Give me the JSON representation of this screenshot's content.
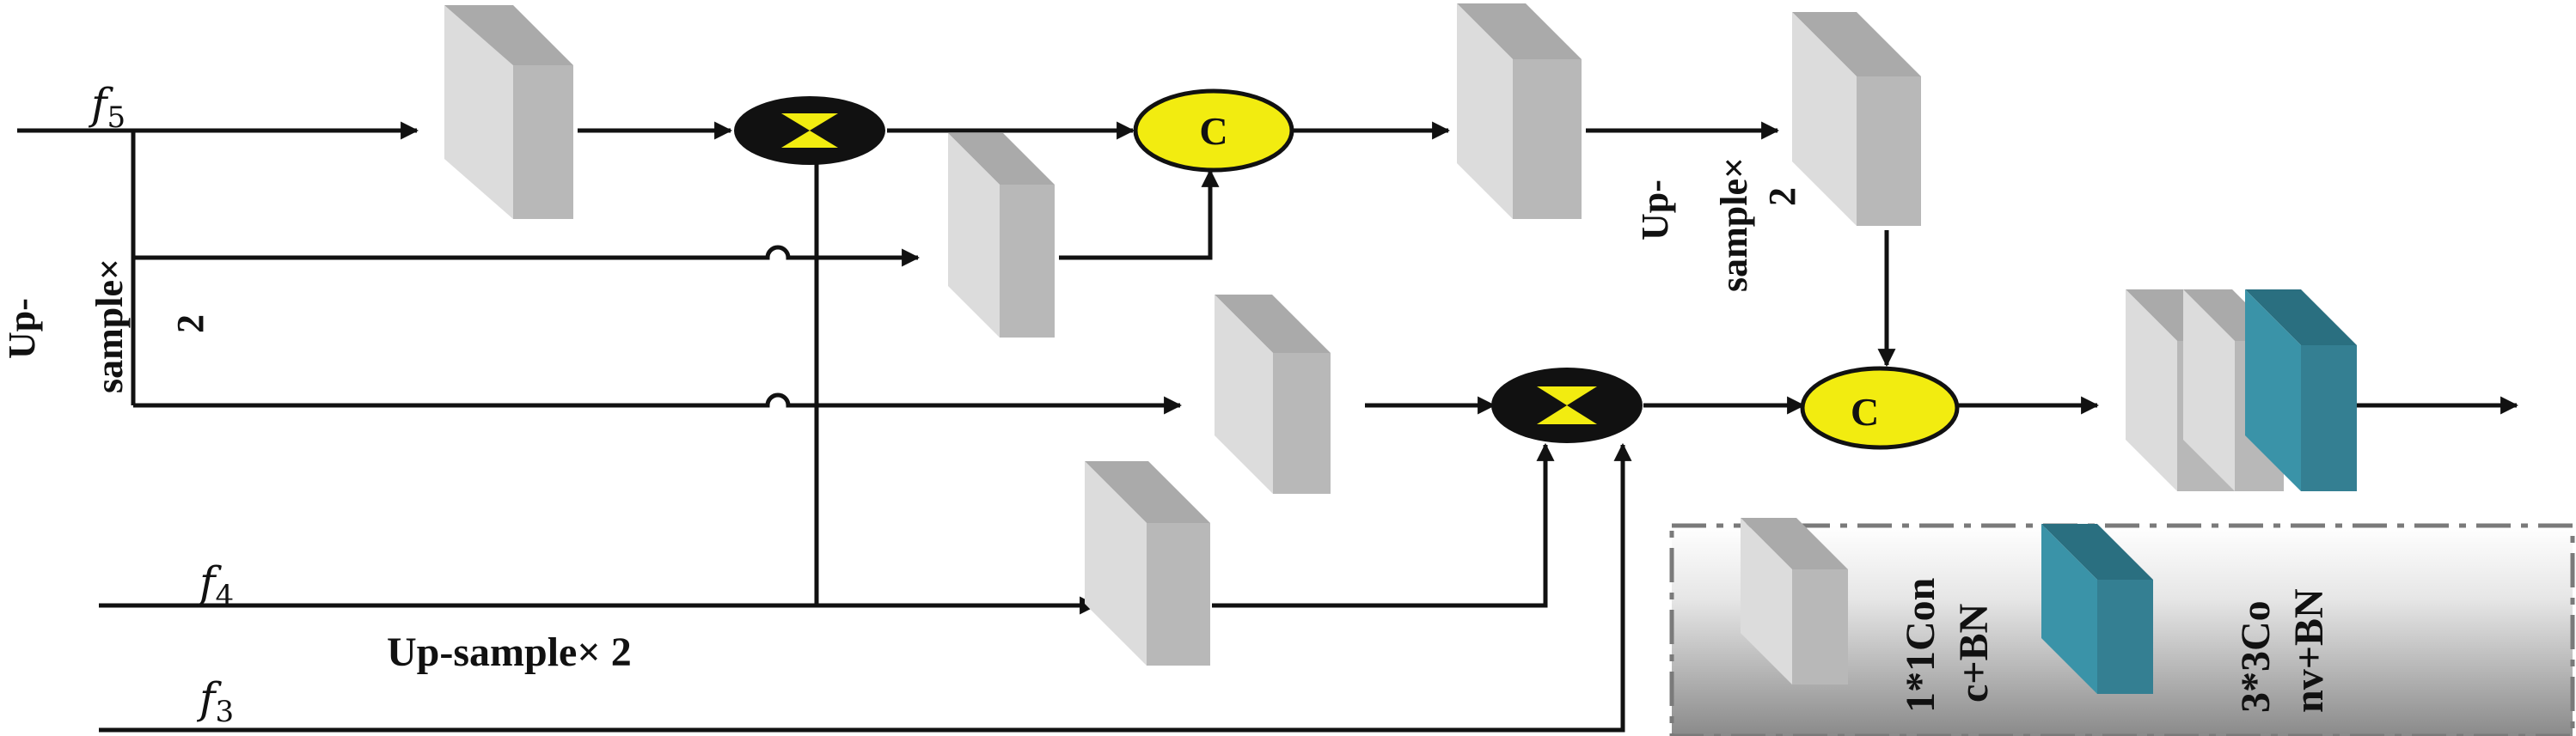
{
  "inputs": {
    "f5": {
      "base": "f",
      "sub": "5"
    },
    "f4": {
      "base": "f",
      "sub": "4"
    },
    "f3": {
      "base": "f",
      "sub": "3"
    }
  },
  "labels": {
    "upsample_left_line1": "Up-",
    "upsample_left_line2": "sample×",
    "upsample_left_line3": "2",
    "upsample_bottom": "Up-sample× 2",
    "upsample_right_line1": "Up-",
    "upsample_right_line2": "sample×",
    "upsample_right_line3": "2",
    "concat_symbol": "C"
  },
  "legend": {
    "item1_line1": "1*1Con",
    "item1_line2": "c+BN",
    "item2_line1": "3*3Co",
    "item2_line2": "nv+BN"
  },
  "colors": {
    "line": "#111111",
    "block_front": "#dcdcdc",
    "block_top": "#aaaaaa",
    "block_side": "#b8b8b8",
    "teal_front": "#3a93a8",
    "teal_top": "#2a6f80",
    "teal_side": "#347f92",
    "concat_fill": "#f2ec10",
    "multiply_fill": "#111111",
    "multiply_mark": "#f2ec10",
    "legend_border": "#7a7a7a"
  }
}
